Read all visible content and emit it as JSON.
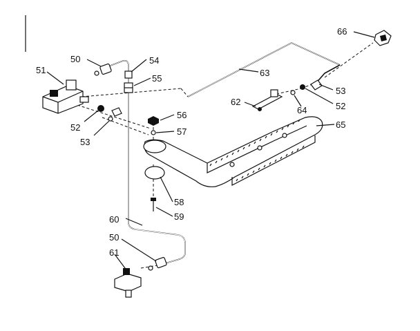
{
  "callouts": {
    "c50a": "50",
    "c51": "51",
    "c52a": "52",
    "c53a": "53",
    "c54": "54",
    "c55": "55",
    "c56": "56",
    "c57": "57",
    "c58": "58",
    "c59": "59",
    "c60": "60",
    "c50b": "50",
    "c61": "61",
    "c62": "62",
    "c63": "63",
    "c64": "64",
    "c65": "65",
    "c66": "66",
    "c53b": "53",
    "c52b": "52"
  }
}
